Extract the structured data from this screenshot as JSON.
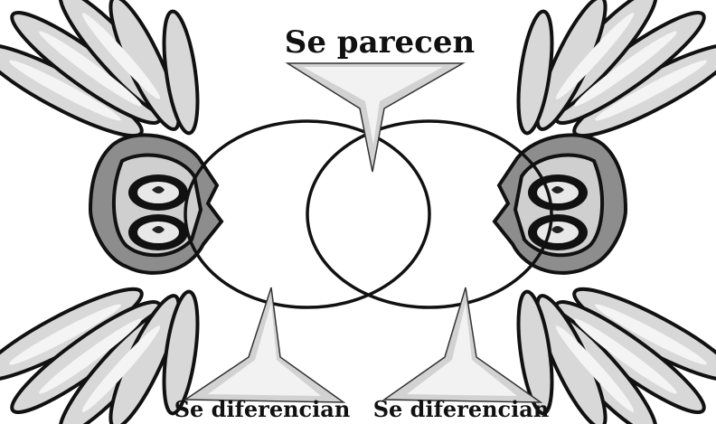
{
  "labels": {
    "similar": "Se parecen",
    "differ_left": "Se diferencian",
    "differ_right": "Se diferencian"
  },
  "colors": {
    "outline": "#111111",
    "feather_fill": "#d8d8d8",
    "body_dark": "#8d8d8d",
    "pointer_fill": "#d2d2d2"
  }
}
